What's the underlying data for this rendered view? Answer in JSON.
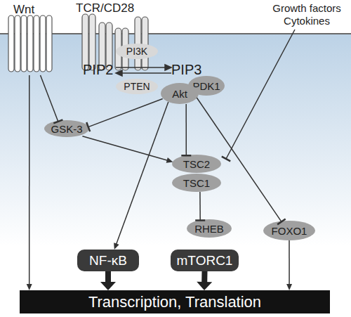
{
  "diagram": {
    "nodes": [
      {
        "text": [
          "Wnt"
        ]
      },
      {
        "text": [
          "TCR/CD28"
        ]
      },
      {
        "text": [
          "PI3K"
        ]
      },
      {
        "text": [
          "PTEN"
        ]
      },
      {
        "text": [
          "Akt"
        ]
      },
      {
        "text": [
          "PDK1"
        ]
      },
      {
        "text": [
          "GSK-3"
        ]
      },
      {
        "text": [
          "TSC2"
        ]
      },
      {
        "text": [
          "TSC1"
        ]
      },
      {
        "text": [
          "RHEB"
        ]
      },
      {
        "text": [
          "FOXO1"
        ]
      },
      {
        "text": [
          "NF-κB"
        ]
      },
      {
        "text": [
          "mTORC1"
        ]
      },
      {
        "text": [
          "Transcription, Translation"
        ]
      }
    ],
    "edges": [
      {
        "from": 0,
        "to": 6,
        "arrow": "to"
      },
      {
        "from": 0,
        "to": 13,
        "arrow": "to"
      },
      {
        "from": 4,
        "to": 6,
        "arrow": "to"
      },
      {
        "from": 6,
        "to": 7,
        "arrow": "to"
      },
      {
        "from": 4,
        "to": 7,
        "arrow": "to"
      },
      {
        "from": 4,
        "to": 11,
        "arrow": "to"
      },
      {
        "from": 4,
        "to": 10,
        "arrow": "to"
      },
      {
        "from": 8,
        "to": 9,
        "arrow": "to"
      },
      {
        "from": 10,
        "to": 13,
        "arrow": "to"
      },
      {
        "from": 11,
        "to": 13,
        "arrow": "to"
      },
      {
        "from": 12,
        "to": 13,
        "arrow": "to"
      }
    ],
    "labels": [
      "PIP2",
      "PIP3",
      "Growth factors Cytokines"
    ]
  }
}
